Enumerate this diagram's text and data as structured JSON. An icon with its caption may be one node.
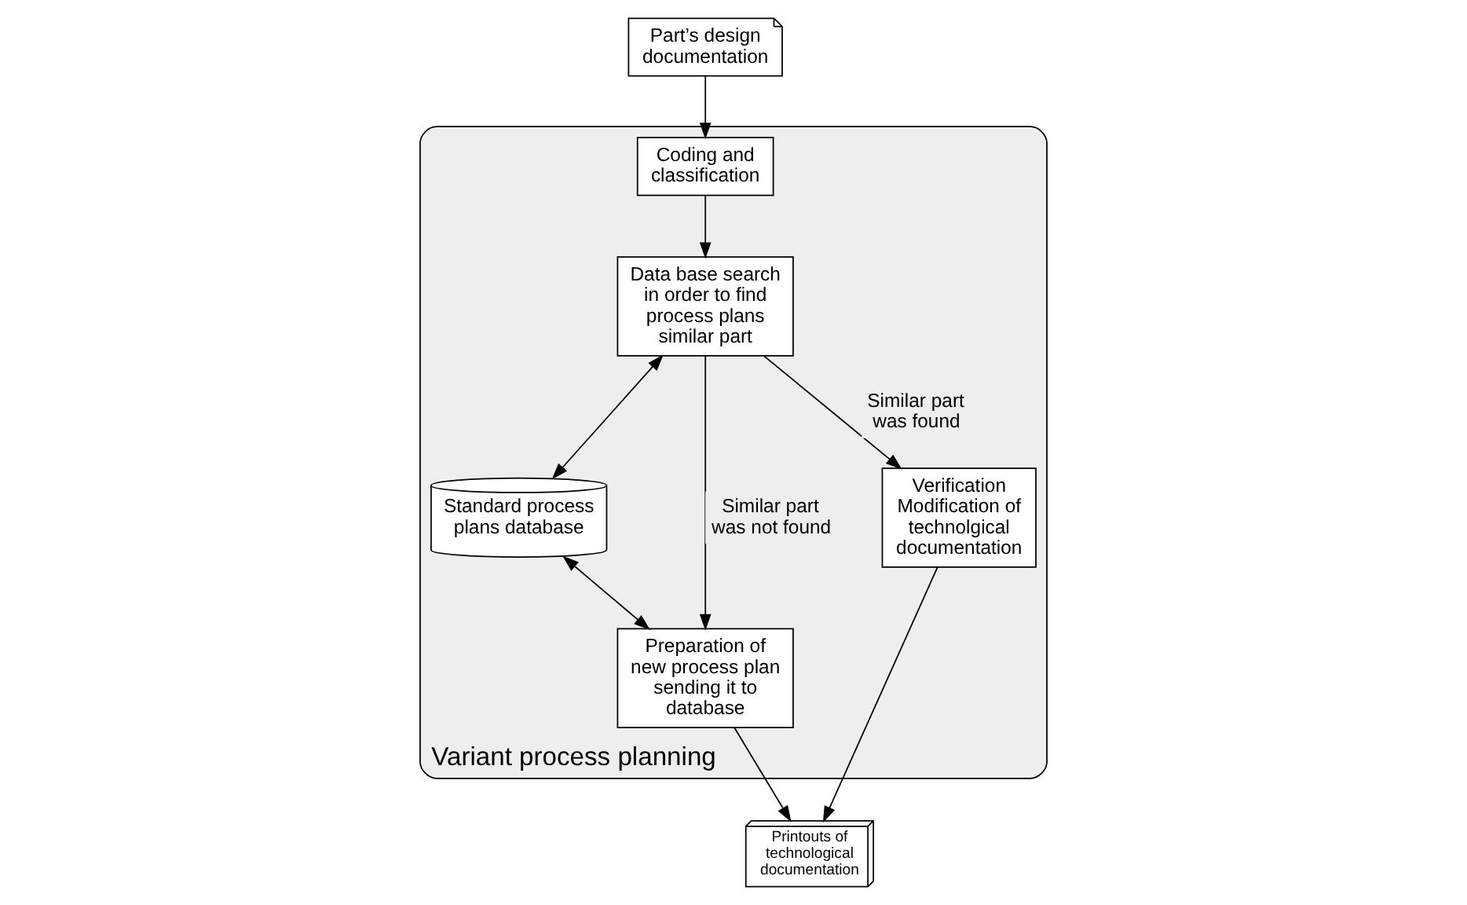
{
  "diagram": {
    "nodes": [
      {
        "text": [
          "Variant process planning"
        ]
      },
      {
        "text": [
          "Part’s design documentation"
        ]
      },
      {
        "text": [
          "Coding and classification"
        ],
        "in": 0
      },
      {
        "text": [
          "Data base search in order to find process plans similar part"
        ],
        "in": 0
      },
      {
        "text": [
          "Verification Modification of technolgical documentation"
        ],
        "in": 0
      },
      {
        "text": [
          "Standard process plans database"
        ],
        "in": 0
      },
      {
        "text": [
          "Preparation of new process plan sending it to database"
        ],
        "in": 0
      },
      {
        "text": [
          "Printouts of technological documentation"
        ]
      }
    ],
    "edges": [
      {
        "from": 1,
        "to": 2,
        "arrow": "to"
      },
      {
        "from": 2,
        "to": 3,
        "arrow": "to"
      },
      {
        "from": 3,
        "to": 4,
        "arrow": "to",
        "label": "Similar part was found"
      },
      {
        "from": 3,
        "to": 6,
        "arrow": "to",
        "label": "Similar part was not found"
      },
      {
        "from": 3,
        "to": 5,
        "arrow": "both"
      },
      {
        "from": 5,
        "to": 6,
        "arrow": "both"
      },
      {
        "from": 4,
        "to": 7,
        "arrow": "to"
      },
      {
        "from": 6,
        "to": 7,
        "arrow": "to"
      }
    ]
  }
}
